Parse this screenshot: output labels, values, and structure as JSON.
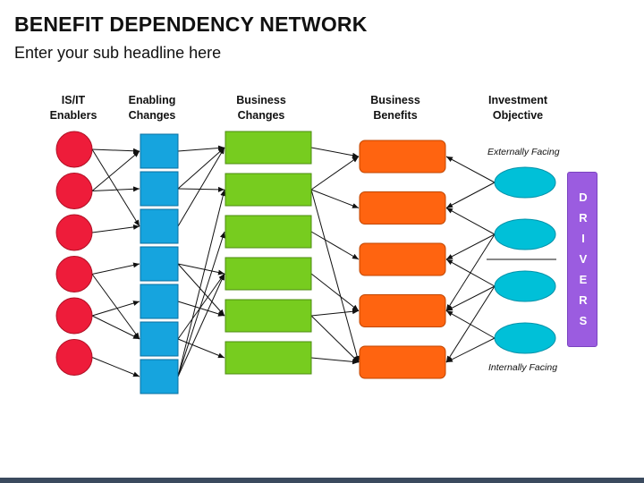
{
  "title": "BENEFIT DEPENDENCY NETWORK",
  "subtitle": "Enter your sub headline here",
  "columns": {
    "enablers": [
      "IS/IT",
      "Enablers"
    ],
    "enabling_changes": [
      "Enabling",
      "Changes"
    ],
    "business_changes": [
      "Business",
      "Changes"
    ],
    "business_benefits": [
      "Business",
      "Benefits"
    ],
    "investment_objective": [
      "Investment",
      "Objective"
    ]
  },
  "notes": {
    "externally_facing": "Externally Facing",
    "internally_facing": "Internally Facing"
  },
  "drivers_letters": [
    "D",
    "R",
    "I",
    "V",
    "E",
    "R",
    "S"
  ],
  "colors": {
    "enabler": "#ee1c3a",
    "enabling_change": "#16a4de",
    "business_change": "#77cc1f",
    "business_benefit": "#ff6410",
    "objective": "#00c0d8",
    "drivers": "#9b5ce0",
    "footer": "#3b4a5e"
  },
  "counts": {
    "enablers": 6,
    "enabling_changes": 7,
    "business_changes": 6,
    "business_benefits": 5,
    "objectives": 4
  },
  "connections": {
    "enabler_to_enabling_change": [
      [
        0,
        0
      ],
      [
        0,
        2
      ],
      [
        1,
        0
      ],
      [
        1,
        1
      ],
      [
        2,
        2
      ],
      [
        3,
        3
      ],
      [
        3,
        5
      ],
      [
        4,
        4
      ],
      [
        4,
        5
      ],
      [
        5,
        6
      ]
    ],
    "enabling_change_to_business_change": [
      [
        0,
        0
      ],
      [
        1,
        0
      ],
      [
        1,
        1
      ],
      [
        2,
        0
      ],
      [
        3,
        3
      ],
      [
        3,
        4
      ],
      [
        4,
        4
      ],
      [
        5,
        3
      ],
      [
        5,
        5
      ],
      [
        6,
        1
      ],
      [
        6,
        2
      ],
      [
        6,
        3
      ]
    ],
    "business_change_to_benefit": [
      [
        0,
        0
      ],
      [
        1,
        0
      ],
      [
        1,
        1
      ],
      [
        1,
        4
      ],
      [
        2,
        2
      ],
      [
        3,
        3
      ],
      [
        4,
        3
      ],
      [
        4,
        4
      ],
      [
        5,
        4
      ]
    ],
    "objective_to_benefit": [
      [
        0,
        0
      ],
      [
        0,
        1
      ],
      [
        1,
        1
      ],
      [
        1,
        2
      ],
      [
        1,
        3
      ],
      [
        2,
        2
      ],
      [
        2,
        3
      ],
      [
        2,
        4
      ],
      [
        3,
        3
      ],
      [
        3,
        4
      ]
    ]
  }
}
